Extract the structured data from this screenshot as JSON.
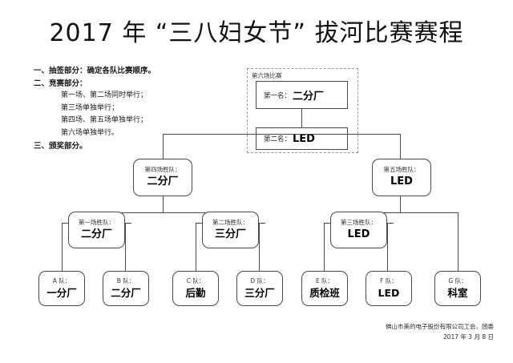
{
  "page": {
    "title": "2017 年 “三八妇女节” 拔河比赛赛程",
    "background": "#ffffff",
    "line_color": "#4a4a4a",
    "dashed_color": "#9a9a9a"
  },
  "rules": {
    "items": [
      {
        "text": "一、抽签部分：确定各队比赛顺序。",
        "style": "head"
      },
      {
        "text": "二、竞赛部分：",
        "style": "head"
      },
      {
        "text": "第一场、第二场同时举行；",
        "style": "indent"
      },
      {
        "text": "第三场单独举行；",
        "style": "indent"
      },
      {
        "text": "第四场、第五场单独举行；",
        "style": "indent"
      },
      {
        "text": "第六场单独举行。",
        "style": "indent"
      },
      {
        "text": "三、颁奖部分。",
        "style": "head"
      }
    ]
  },
  "final": {
    "group_label": "第六场比赛",
    "first": {
      "label": "第一名：",
      "value": "二分厂"
    },
    "second": {
      "label": "第二名：",
      "value": "LED"
    }
  },
  "semifinals": [
    {
      "label": "第四场胜队：",
      "value": "二分厂"
    },
    {
      "label": "第五场胜队：",
      "value": "LED"
    }
  ],
  "quarterfinals": [
    {
      "label": "第一场胜队：",
      "value": "二分厂"
    },
    {
      "label": "第二场胜队：",
      "value": "三分厂"
    },
    {
      "label": "第三场胜队：",
      "value": "LED"
    }
  ],
  "teams": [
    {
      "label": "A 队：",
      "value": "一分厂"
    },
    {
      "label": "B 队：",
      "value": "二分厂"
    },
    {
      "label": "C 队：",
      "value": "后勤"
    },
    {
      "label": "D 队：",
      "value": "三分厂"
    },
    {
      "label": "E 队：",
      "value": "质检班"
    },
    {
      "label": "F 队：",
      "value": "LED"
    },
    {
      "label": "G 队：",
      "value": "科室"
    }
  ],
  "footer": {
    "line1": "佛山市美的电子股份有限公司工会、团委",
    "line2": "2017 年 3 月 8 日"
  }
}
